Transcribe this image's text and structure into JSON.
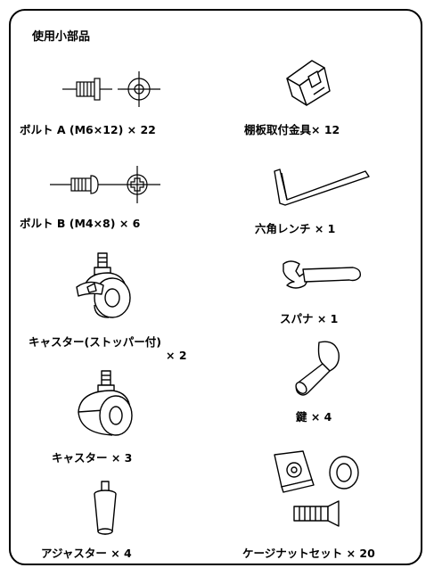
{
  "title": "使用小部品",
  "parts": {
    "bolt_a": "ボルト A (M6×12) × 22",
    "shelf_bracket": "棚板取付金具× 12",
    "bolt_b": "ボルト B (M4×8) × 6",
    "hex_wrench": "六角レンチ × 1",
    "caster_stopper_line1": "キャスター(ストッパー付)",
    "caster_stopper_line2": "× 2",
    "spanner": "スパナ × 1",
    "key": "鍵 × 4",
    "caster": "キャスター × 3",
    "adjuster": "アジャスター × 4",
    "cage_nut_set": "ケージナットセット × 20"
  }
}
